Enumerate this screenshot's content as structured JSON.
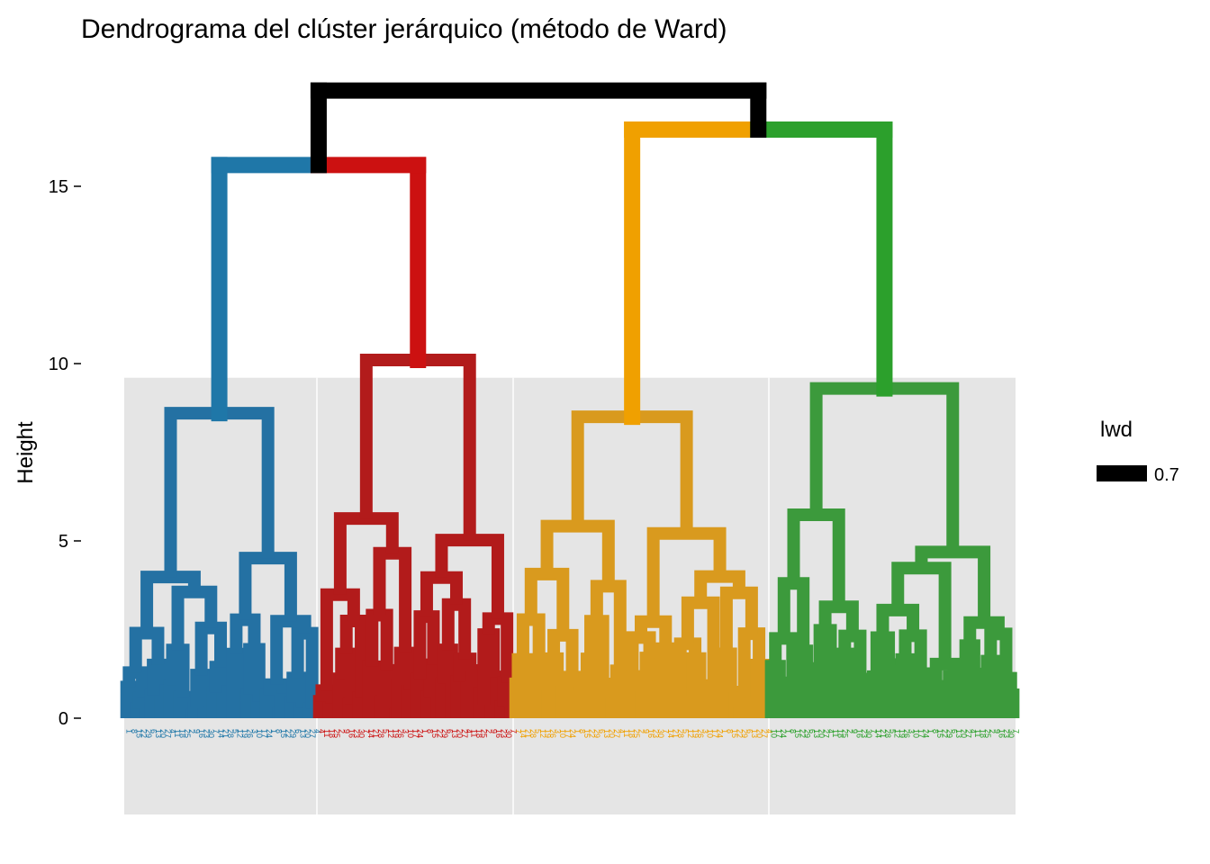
{
  "chart_data": {
    "type": "dendrogram",
    "title": "Dendrograma del clúster jerárquico (método de Ward)",
    "ylabel": "Height",
    "xlabel": "",
    "ylim": [
      0,
      17.8
    ],
    "y_ticks": [
      0,
      5,
      10,
      15
    ],
    "y_tick_labels": [
      "0",
      "5",
      "10",
      "15"
    ],
    "k": 4,
    "cluster_colors": [
      "#1F77A8",
      "#CC1111",
      "#F0A000",
      "#2CA02C"
    ],
    "panel_colors": [
      "#2471A3",
      "#B21B1B",
      "#D99A1E",
      "#3C9A3C"
    ],
    "root_color": "#000000",
    "rect_fill": "#E5E5E5",
    "rect_top": 9.6,
    "legend": {
      "title": "lwd",
      "label": "0.7"
    },
    "merges": [
      {
        "name": "root",
        "left": "upper-left",
        "right": "upper-right",
        "height": 17.7,
        "color": "#000000"
      },
      {
        "name": "upper-left",
        "left": "cluster-1",
        "right": "cluster-2",
        "height": 15.6
      },
      {
        "name": "upper-right",
        "left": "cluster-3",
        "right": "cluster-4",
        "height": 16.6
      },
      {
        "name": "cluster-1-top",
        "height": 8.6
      },
      {
        "name": "cluster-2-top",
        "height": 10.1
      },
      {
        "name": "cluster-3-top",
        "height": 8.5
      },
      {
        "name": "cluster-4-top",
        "height": 9.3
      }
    ]
  }
}
